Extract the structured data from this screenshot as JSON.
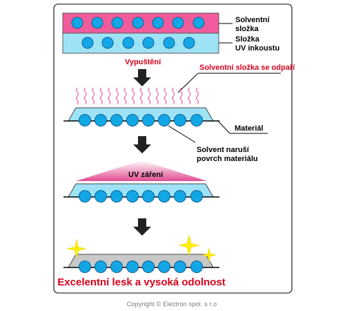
{
  "labels": {
    "solvent_component": [
      "Solventní",
      "složka"
    ],
    "uv_ink_component": [
      "Složka",
      "UV inkoustu"
    ],
    "release": "Vypuštění",
    "solvent_evaporates": "Solventní složka se odpaří",
    "material": "Materiál",
    "solvent_disrupts": [
      "Solvent naruší",
      "povrch materiálu"
    ],
    "uv_radiation": "UV záření",
    "result": "Excelentní lesk a vysoká odolnost",
    "copyright": "Copyright © Electron spol. s r.o"
  },
  "colors": {
    "pink_layer": "#f05c9b",
    "cyan_layer": "#9ee3f5",
    "dot_fill": "#13a7e6",
    "dot_stroke": "#0c5f98",
    "wave": "#e86ba8",
    "red_text": "#d8001c",
    "frame": "#555555",
    "arrow": "#222222",
    "sparkle": "#ffee00",
    "grey_coat": "#c8c8c8"
  },
  "icons": [
    "down-arrow-icon",
    "sparkle-icon"
  ]
}
